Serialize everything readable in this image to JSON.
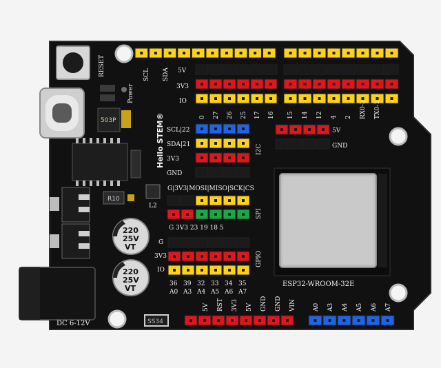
{
  "board": {
    "brand": "Hello STEM®",
    "module": "ESP32-WROOM-32E",
    "reset_label": "RESET",
    "power_label": "Power",
    "dc_label": "DC 6-12V",
    "chip_503p": "503P",
    "chip_r10": "R10",
    "inductor_l2": "L2",
    "cap1_line1": "220",
    "cap1_line2": "25V",
    "cap1_line3": "VT",
    "cap2_line1": "220",
    "cap2_line2": "25V",
    "cap2_line3": "VT",
    "fuse": "SS34",
    "colors": {
      "pcb": "#111111",
      "silk": "#f2f2f2",
      "yellow": "#ffd21a",
      "red": "#e0161c",
      "black_header": "#1a1a1a",
      "blue": "#1e64e6",
      "green": "#18a848"
    }
  },
  "top_left_header": {
    "scl": "SCL",
    "sda": "SDA",
    "rows": [
      "5V",
      "3V3",
      "IO"
    ],
    "pins": [
      "0",
      "27",
      "26",
      "25",
      "17",
      "16"
    ]
  },
  "top_right_header": {
    "pins": [
      "15",
      "14",
      "12",
      "4",
      "2",
      "RX0-3",
      "TX0-1"
    ]
  },
  "i2c": {
    "rows": [
      "SCL|22",
      "SDA|21",
      "3V3",
      "GND"
    ],
    "label": "I2C"
  },
  "power_side": {
    "rows": [
      "5V",
      "GND"
    ]
  },
  "spi": {
    "header": "G|3V3|MOSI|MISO|SCK|CS",
    "pins": "G 3V3 23 19 18 5",
    "label": "SPI"
  },
  "gpio": {
    "rows": [
      "G",
      "3V3",
      "IO"
    ],
    "pins_top": [
      "36",
      "39",
      "32",
      "33",
      "34",
      "35"
    ],
    "pins_bottom": [
      "A0",
      "A3",
      "A4",
      "A5",
      "A6",
      "A7"
    ],
    "label": "GPIO"
  },
  "bottom_power": {
    "pins": [
      "5V",
      "RST",
      "3V3",
      "5V",
      "GND",
      "GND",
      "VIN"
    ]
  },
  "bottom_analog": {
    "pins": [
      "A0",
      "A3",
      "A4",
      "A5",
      "A6",
      "A7"
    ]
  }
}
